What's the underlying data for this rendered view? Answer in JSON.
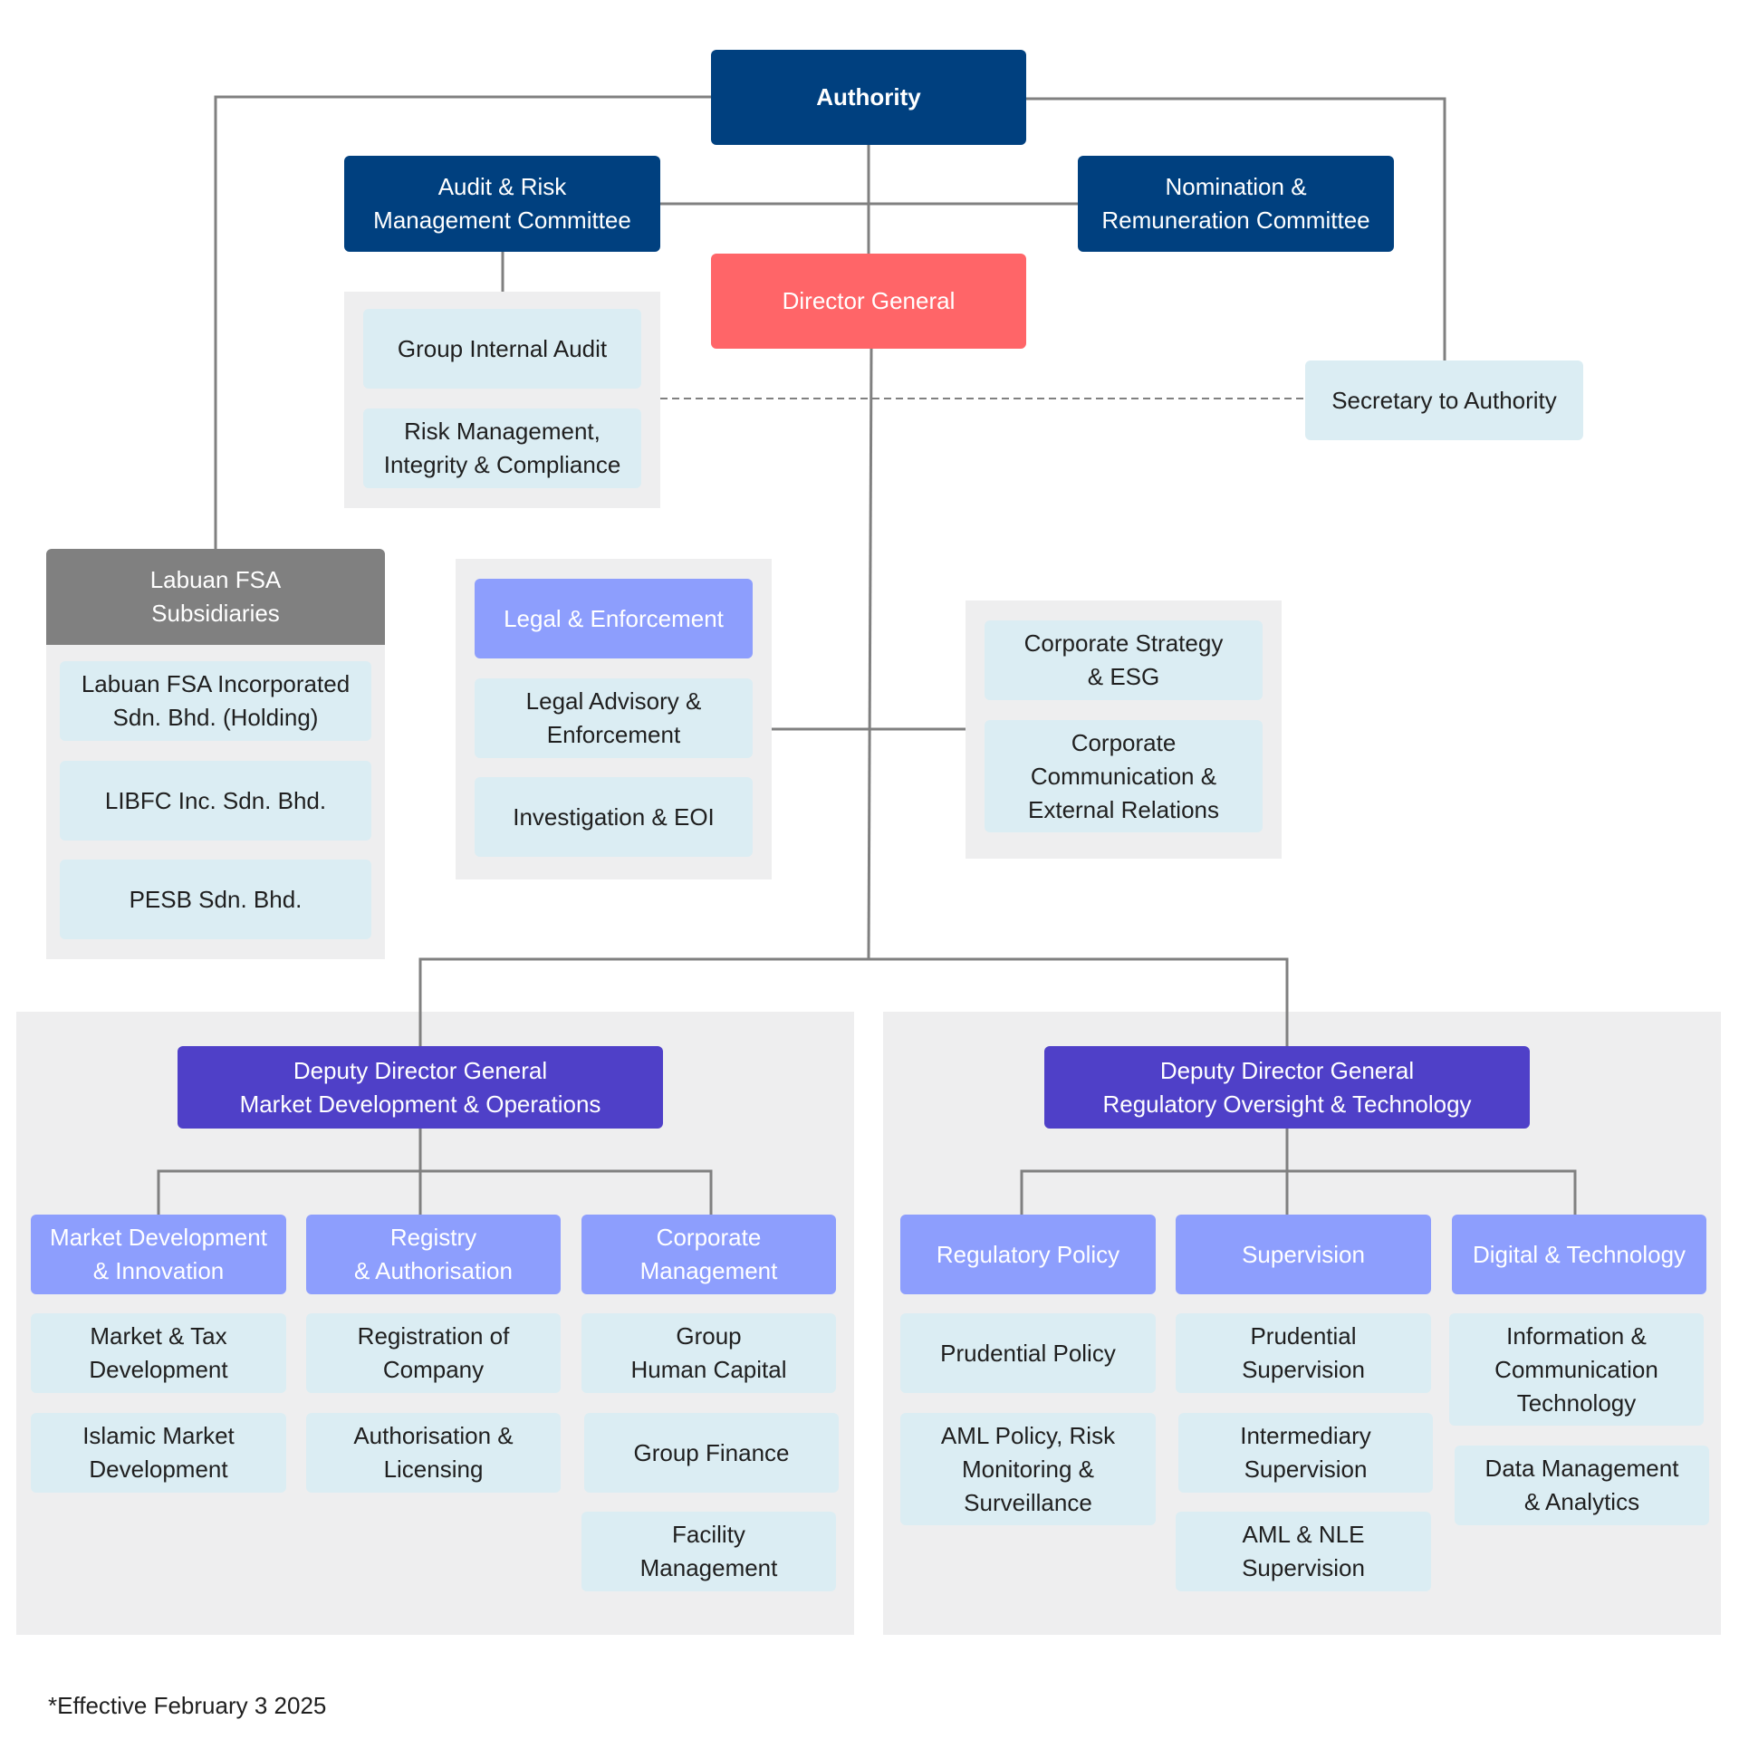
{
  "top": {
    "authority": "Authority",
    "audit_committee": "Audit & Risk\nManagement Committee",
    "nomination_committee": "Nomination &\nRemuneration Committee",
    "director_general": "Director General",
    "secretary": "Secretary to Authority"
  },
  "audit_units": [
    "Group Internal Audit",
    "Risk Management,\nIntegrity & Compliance"
  ],
  "subsidiaries": {
    "header": "Labuan FSA\nSubsidiaries",
    "items": [
      "Labuan FSA Incorporated\nSdn. Bhd. (Holding)",
      "LIBFC Inc. Sdn. Bhd.",
      "PESB Sdn. Bhd."
    ]
  },
  "legal": {
    "header": "Legal & Enforcement",
    "items": [
      "Legal Advisory &\nEnforcement",
      "Investigation & EOI"
    ]
  },
  "corporate": {
    "items": [
      "Corporate Strategy\n& ESG",
      "Corporate\nCommunication &\nExternal Relations"
    ]
  },
  "ddg_market": {
    "title": "Deputy Director General\nMarket Development & Operations",
    "departments": [
      {
        "label": "Market Development\n& Innovation",
        "units": [
          "Market & Tax\nDevelopment",
          "Islamic Market\nDevelopment"
        ]
      },
      {
        "label": "Registry\n& Authorisation",
        "units": [
          "Registration of\nCompany",
          "Authorisation &\nLicensing"
        ]
      },
      {
        "label": "Corporate\nManagement",
        "units": [
          "Group\nHuman Capital",
          "Group Finance",
          "Facility\nManagement"
        ]
      }
    ]
  },
  "ddg_regulatory": {
    "title": "Deputy Director General\nRegulatory Oversight & Technology",
    "departments": [
      {
        "label": "Regulatory Policy",
        "units": [
          "Prudential Policy",
          "AML Policy, Risk\nMonitoring &\nSurveillance"
        ]
      },
      {
        "label": "Supervision",
        "units": [
          "Prudential\nSupervision",
          "Intermediary\nSupervision",
          "AML & NLE\nSupervision"
        ]
      },
      {
        "label": "Digital & Technology",
        "units": [
          "Information &\nCommunication\nTechnology",
          "Data Management\n& Analytics"
        ]
      }
    ]
  },
  "footnote": "*Effective February 3 2025",
  "colors": {
    "navy": "#00407f",
    "director_red": "#ff6568",
    "subsidiary_grey": "#808080",
    "ddg_indigo": "#4f40c8",
    "department_periwinkle": "#8d9efd",
    "unit_pale_blue": "#dbedf3",
    "group_background": "#eeeeef",
    "connector": "#808080"
  }
}
